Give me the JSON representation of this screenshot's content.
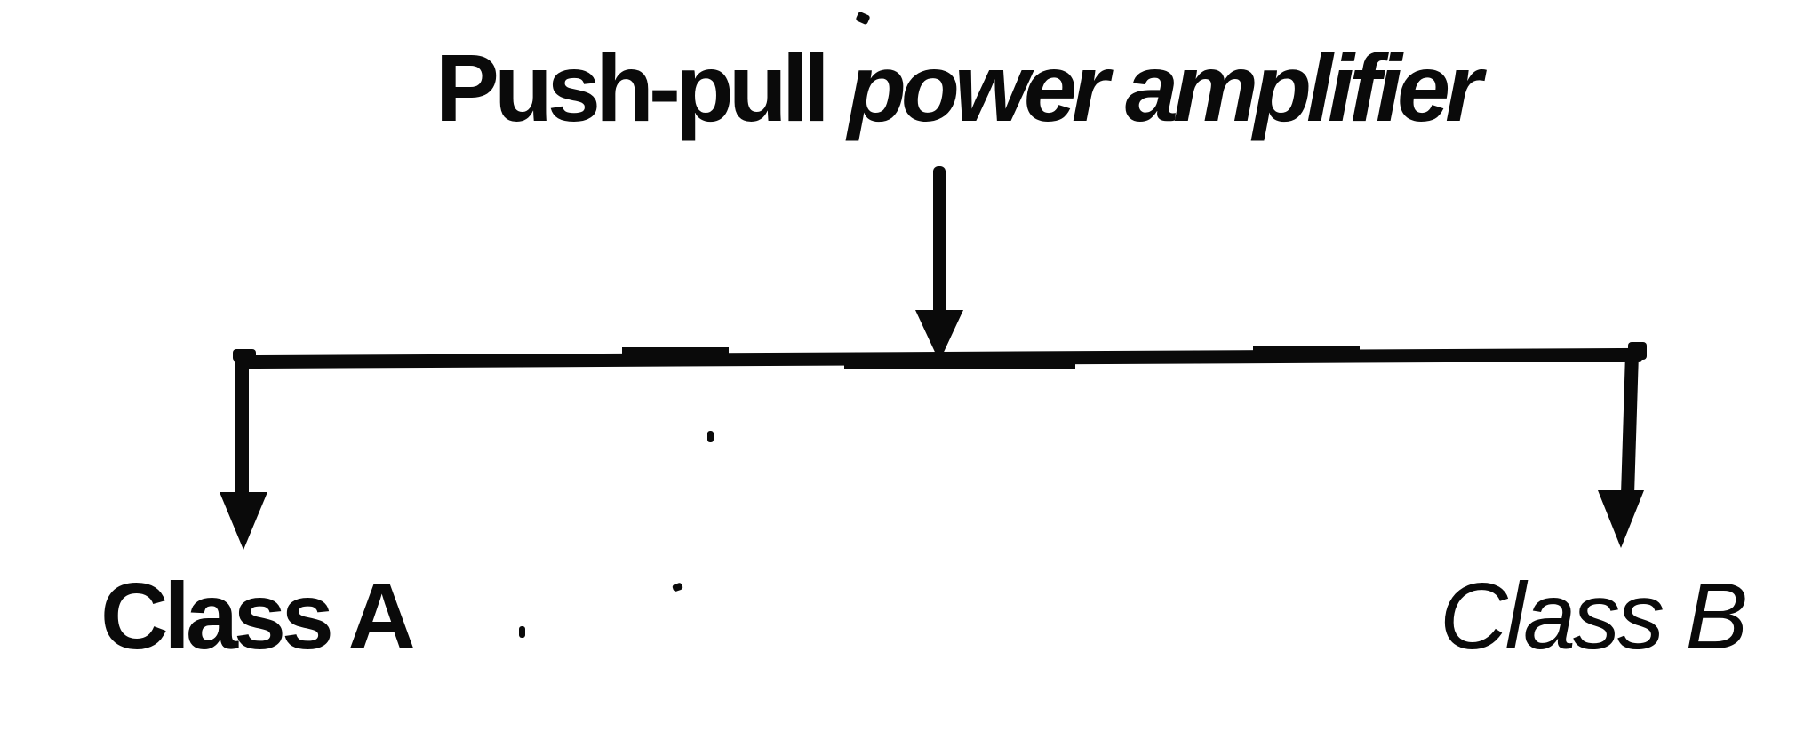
{
  "canvas": {
    "background_color": "#ffffff",
    "ink_color": "#0a0a0a"
  },
  "diagram": {
    "type": "tree",
    "root": {
      "label": "Push-pull power amplifier",
      "label_lead": "Push-pull",
      "label_tail": "power amplifier"
    },
    "branches": [
      {
        "side": "left",
        "label": "Class A"
      },
      {
        "side": "right",
        "label": "Class B"
      }
    ]
  }
}
